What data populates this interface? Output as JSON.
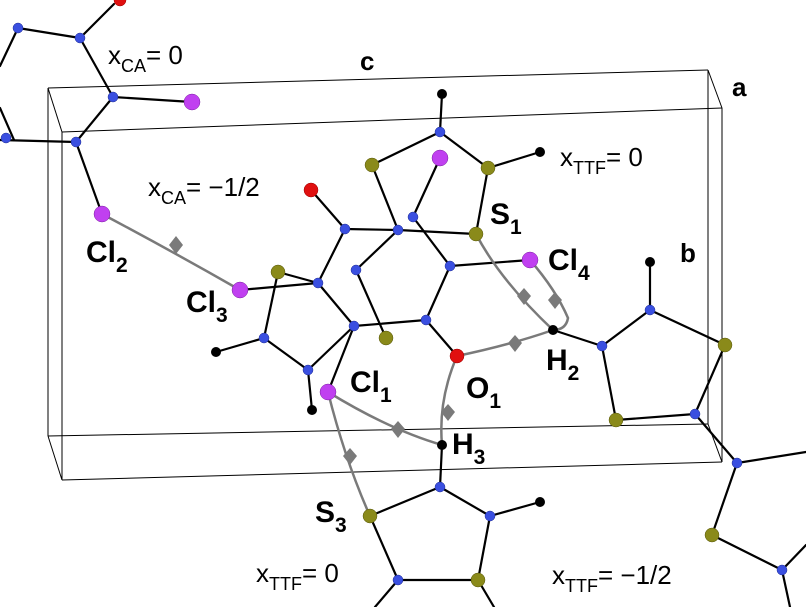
{
  "axes": {
    "a": "a",
    "b": "b",
    "c": "c"
  },
  "x_labels": [
    {
      "main": "x",
      "sub": "CA",
      "eq": "= 0"
    },
    {
      "main": "x",
      "sub": "CA",
      "eq": "= −1/2"
    },
    {
      "main": "x",
      "sub": "TTF",
      "eq": "= 0"
    },
    {
      "main": "x",
      "sub": "TTF",
      "eq": "= 0"
    },
    {
      "main": "x",
      "sub": "TTF",
      "eq": "= −1/2"
    }
  ],
  "atom_labels": [
    {
      "el": "Cl",
      "n": "2"
    },
    {
      "el": "Cl",
      "n": "3"
    },
    {
      "el": "Cl",
      "n": "1"
    },
    {
      "el": "Cl",
      "n": "4"
    },
    {
      "el": "S",
      "n": "1"
    },
    {
      "el": "S",
      "n": "3"
    },
    {
      "el": "O",
      "n": "1"
    },
    {
      "el": "H",
      "n": "2"
    },
    {
      "el": "H",
      "n": "3"
    }
  ],
  "colors": {
    "carbon": "#3a4fe0",
    "sulfur": "#8a8a1a",
    "chlorine": "#c040f0",
    "oxygen": "#e01010",
    "hydrogen": "#000000",
    "bond": "#000000",
    "interaction": "#7a7a7a"
  }
}
